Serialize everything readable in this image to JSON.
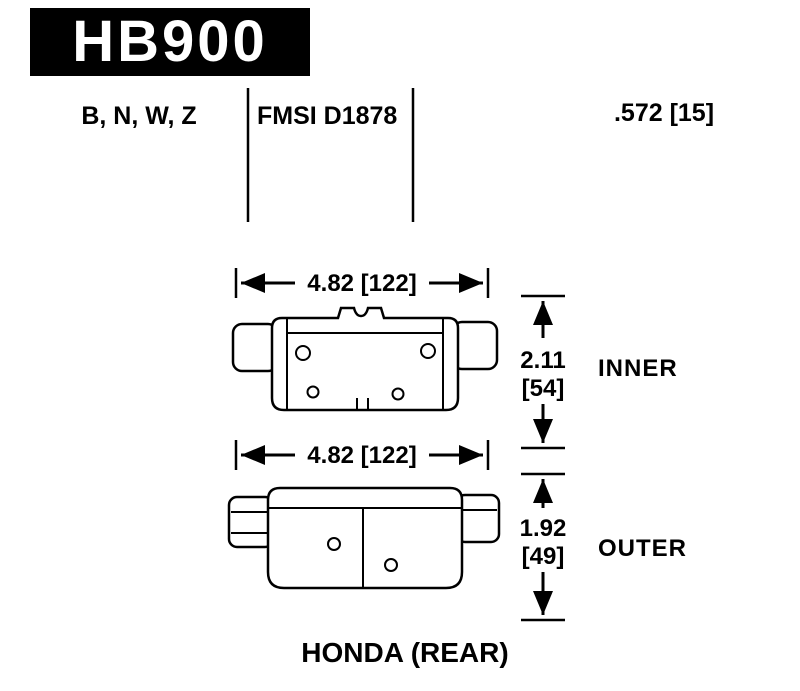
{
  "header": {
    "part_number": "HB900",
    "compound_codes": "B, N, W, Z",
    "fmsi": "FMSI D1878",
    "pad_thickness": ".572 [15]"
  },
  "inner_pad": {
    "width_dim": "4.82 [122]",
    "height_dim_in": "2.11",
    "height_dim_mm": "[54]",
    "label": "INNER"
  },
  "outer_pad": {
    "width_dim": "4.82 [122]",
    "height_dim_in": "1.92",
    "height_dim_mm": "[49]",
    "label": "OUTER"
  },
  "footer": {
    "vehicle_application": "HONDA (REAR)"
  },
  "colors": {
    "background": "#ffffff",
    "ink": "#000000",
    "part_box_fill": "#000000",
    "part_text": "#ffffff"
  }
}
